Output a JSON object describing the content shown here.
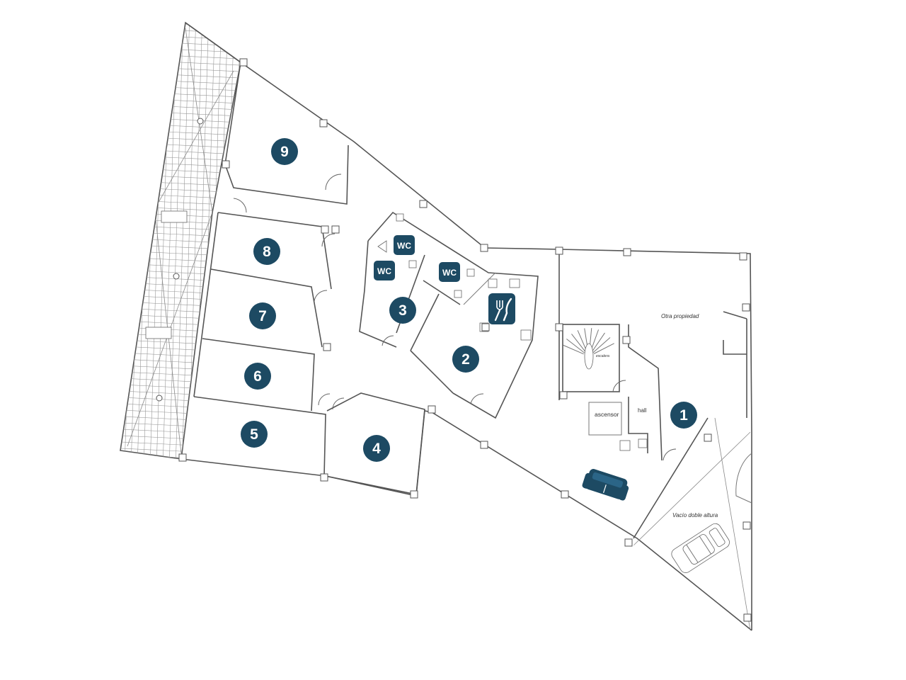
{
  "rooms": [
    {
      "id": "9",
      "label": "9"
    },
    {
      "id": "8",
      "label": "8"
    },
    {
      "id": "7",
      "label": "7"
    },
    {
      "id": "6",
      "label": "6"
    },
    {
      "id": "5",
      "label": "5"
    },
    {
      "id": "4",
      "label": "4"
    },
    {
      "id": "3",
      "label": "3"
    },
    {
      "id": "2",
      "label": "2"
    },
    {
      "id": "1",
      "label": "1"
    }
  ],
  "badges": {
    "wc": "WC"
  },
  "labels": {
    "other_property": "Otra propiedad",
    "elevator": "ascensor",
    "hall": "hall",
    "double_height": "Vacío doble altura",
    "stairs": "escalera"
  },
  "colors": {
    "accent": "#1d4a63",
    "walls": "#555555"
  },
  "icons": {
    "kitchen": "fork-knife-icon",
    "sofa": "sofa-icon",
    "car": "car-icon"
  }
}
